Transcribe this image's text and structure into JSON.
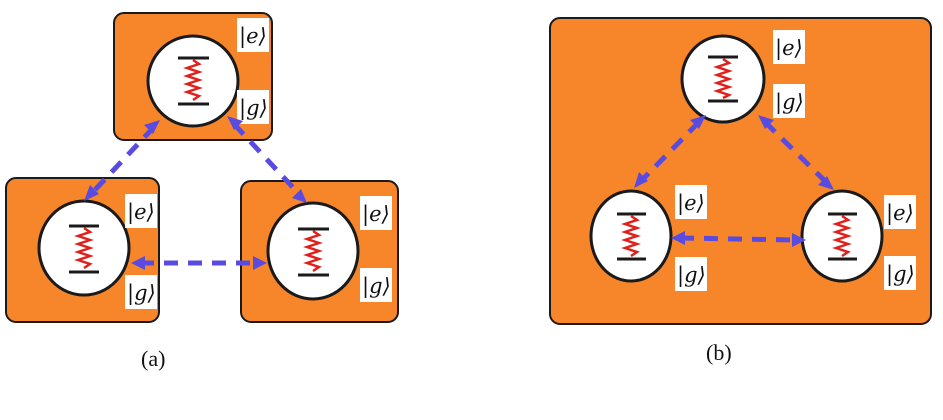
{
  "labels": {
    "excited": "|e⟩",
    "ground": "|g⟩"
  },
  "panels": [
    {
      "caption": "(a)"
    },
    {
      "caption": "(b)"
    }
  ],
  "colors": {
    "box": "#F7852A",
    "link": "#5A4BE0",
    "spring": "#e0201b"
  }
}
